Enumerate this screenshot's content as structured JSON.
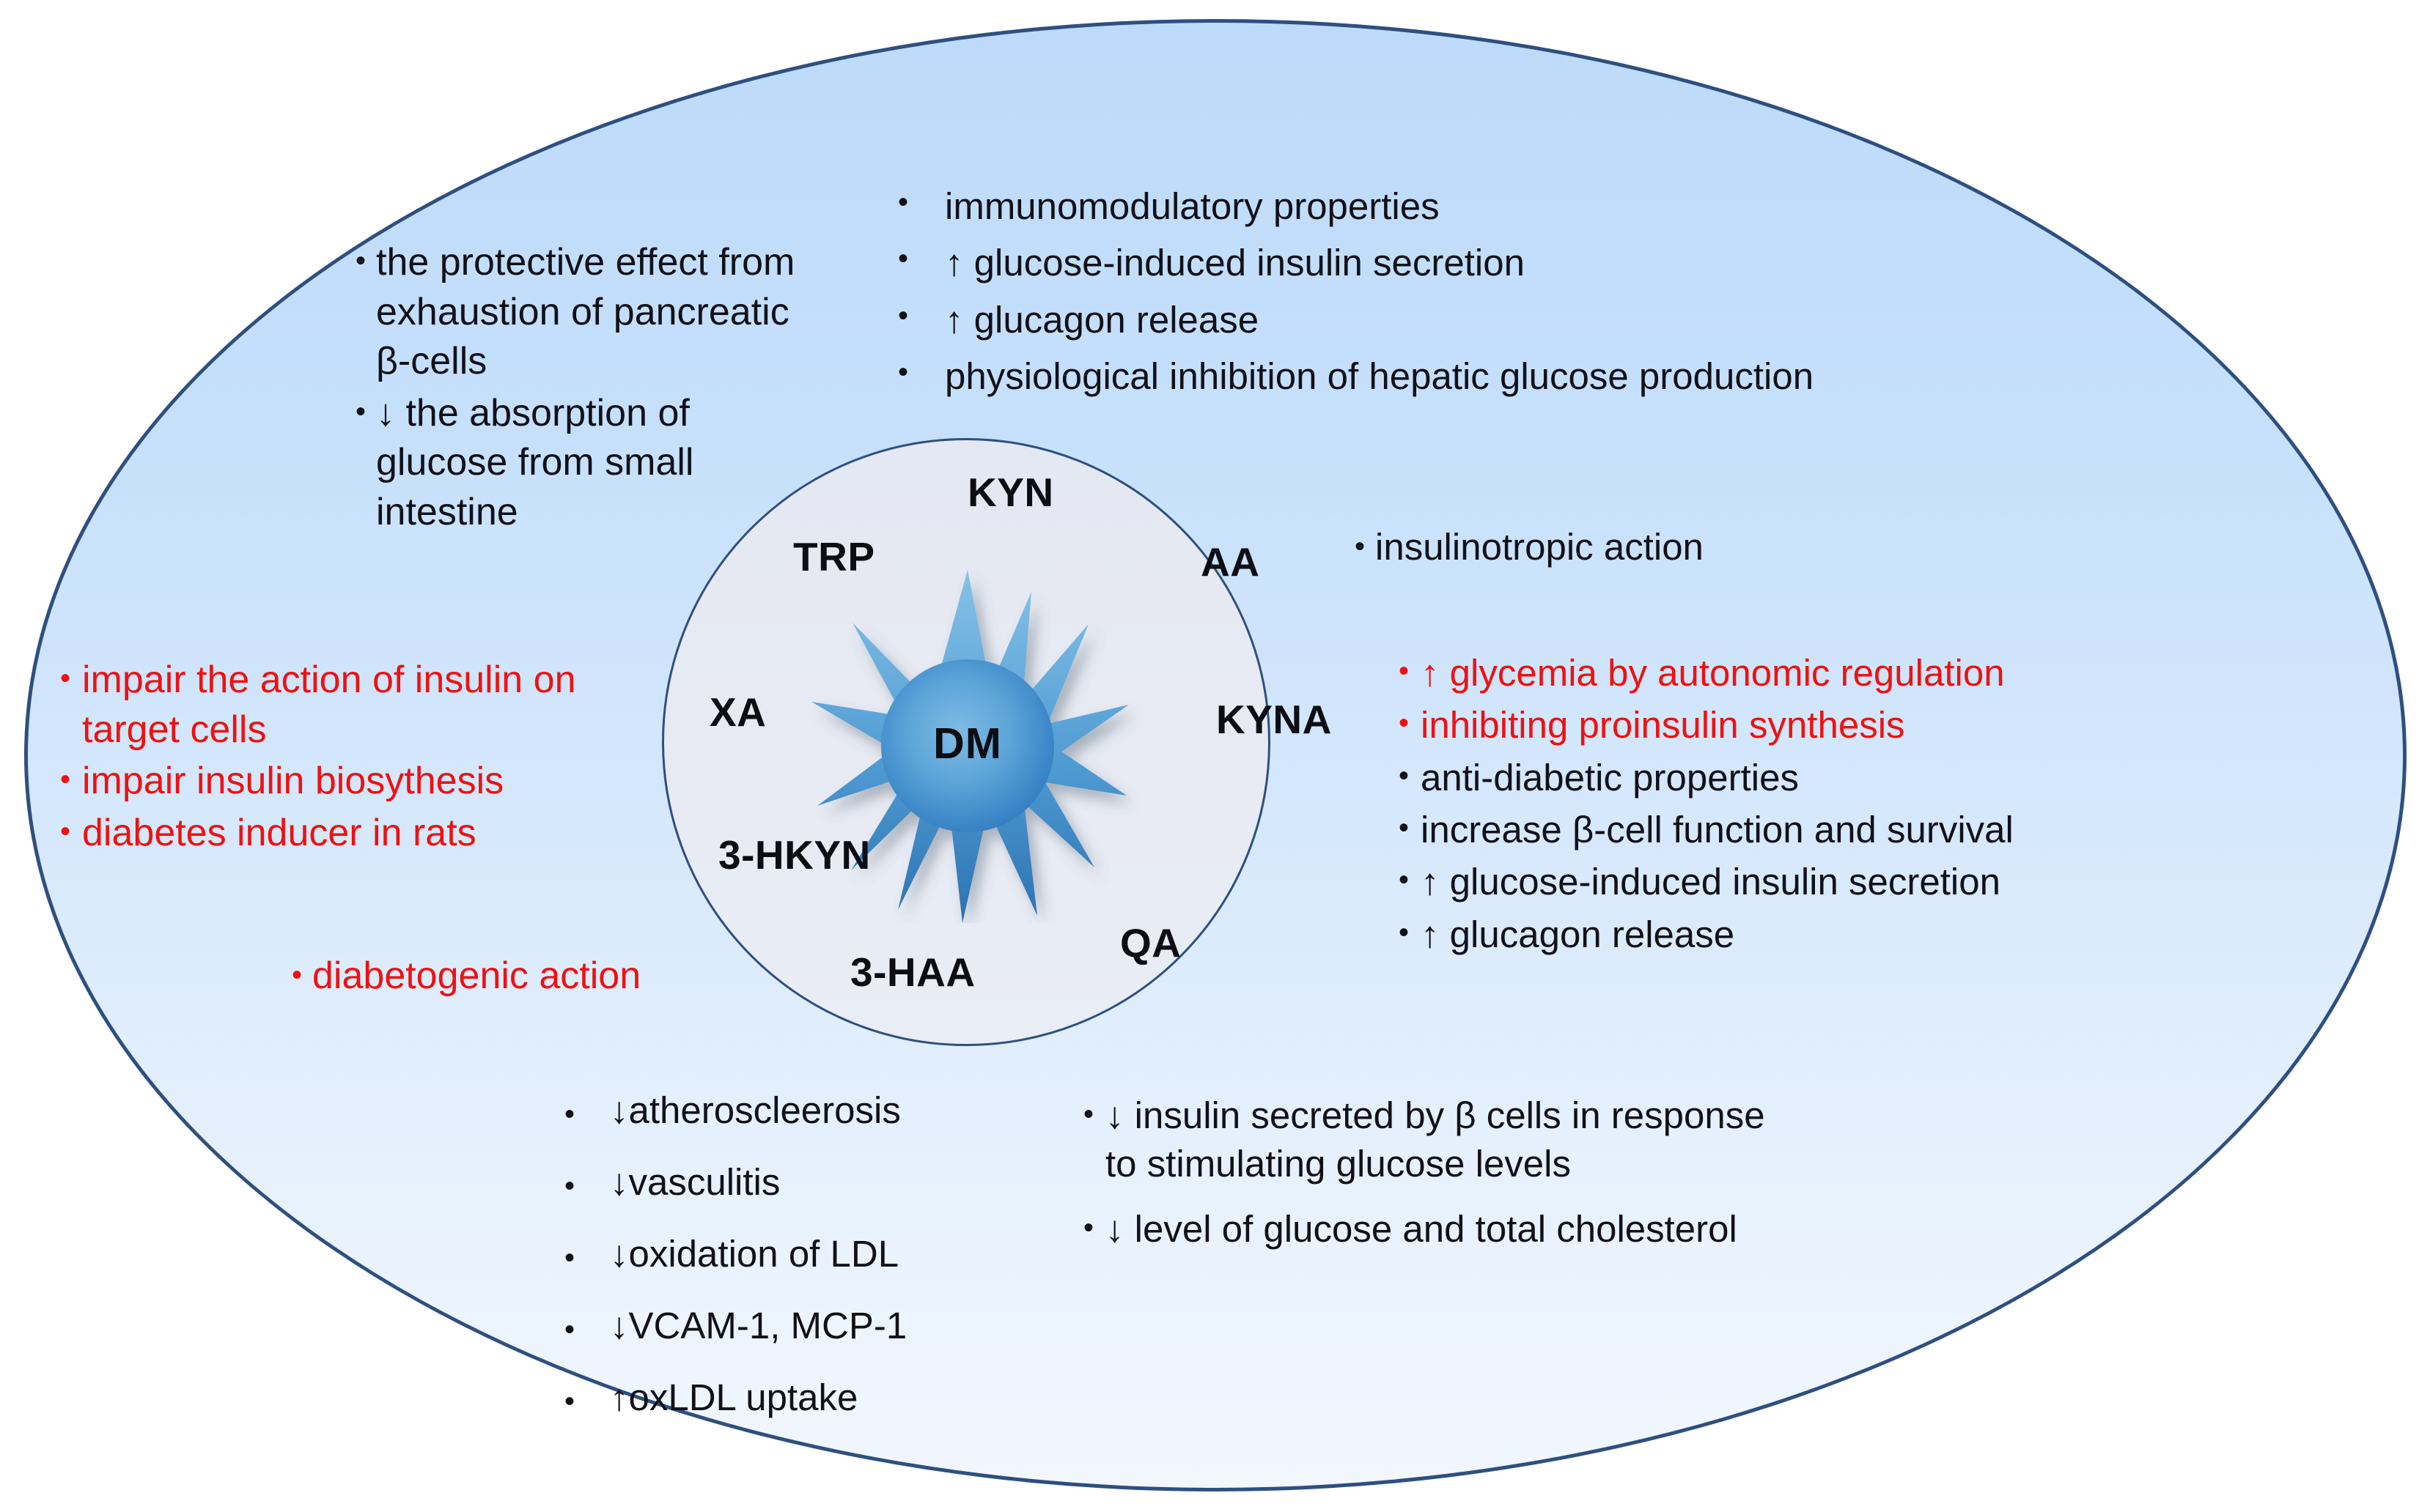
{
  "diagram": {
    "title": "Diabetes mellitus and the kynurenine pathway",
    "colors": {
      "outer_ellipse_fill_top": "#BDDAFA",
      "outer_ellipse_fill_bottom": "#F2F7FE",
      "ellipse_border": "#2E4F80",
      "inner_circle_fill": "#E8EBF3",
      "star_fill_light": "#6FB0DE",
      "star_fill_dark": "#2F7CBE",
      "red_text": "#EE1111",
      "black_text": "#111118"
    }
  },
  "center": {
    "star_label": "DM"
  },
  "metabolites": [
    {
      "id": "kyn",
      "label": "KYN"
    },
    {
      "id": "trp",
      "label": "TRP"
    },
    {
      "id": "aa",
      "label": "AA"
    },
    {
      "id": "xa",
      "label": "XA"
    },
    {
      "id": "kyna",
      "label": "KYNA"
    },
    {
      "id": "3hkyn",
      "label": "3-HKYN"
    },
    {
      "id": "3haa",
      "label": "3-HAA"
    },
    {
      "id": "qa",
      "label": "QA"
    }
  ],
  "blocks": {
    "top_left": {
      "name": "trp-effects",
      "items": [
        {
          "bullet": "•",
          "text": "the protective effect from exhaustion of pancreatic β-cells",
          "color": "black"
        },
        {
          "bullet": "•",
          "text": "↓ the absorption of glucose from small intestine",
          "color": "black"
        }
      ]
    },
    "top_right": {
      "name": "kyn-effects",
      "items": [
        {
          "bullet": "•",
          "text": "immunomodulatory properties",
          "color": "black"
        },
        {
          "bullet": "•",
          "text": "↑ glucose-induced insulin secretion",
          "color": "black"
        },
        {
          "bullet": "•",
          "text": "↑ glucagon release",
          "color": "black"
        },
        {
          "bullet": "•",
          "text": "physiological inhibition of hepatic glucose production",
          "color": "black"
        }
      ]
    },
    "insulinotropic": {
      "name": "aa-effects",
      "items": [
        {
          "bullet": "•",
          "text": "insulinotropic action",
          "color": "black"
        }
      ]
    },
    "left": {
      "name": "xa-effects",
      "items": [
        {
          "bullet": "•",
          "text": "impair the action   of insulin on target cells",
          "color": "red"
        },
        {
          "bullet": "•",
          "text": "impair insulin biosythesis",
          "color": "red"
        },
        {
          "bullet": "•",
          "text": "diabetes inducer in rats",
          "color": "red"
        }
      ]
    },
    "diabetogenic": {
      "name": "3hkyn-effects",
      "items": [
        {
          "bullet": "•",
          "text": "diabetogenic action",
          "color": "red"
        }
      ]
    },
    "right": {
      "name": "kyna-effects",
      "items": [
        {
          "bullet": "•",
          "text": "↑ glycemia by autonomic regulation",
          "color": "red"
        },
        {
          "bullet": "•",
          "text": "inhibiting proinsulin synthesis",
          "color": "red"
        },
        {
          "bullet": "•",
          "text": "anti-diabetic properties",
          "color": "black"
        },
        {
          "bullet": "•",
          "text": "increase β-cell function and survival",
          "color": "black"
        },
        {
          "bullet": "•",
          "text": "↑ glucose-induced insulin secretion",
          "color": "black"
        },
        {
          "bullet": "•",
          "text": "↑ glucagon release",
          "color": "black"
        }
      ]
    },
    "bottom_left": {
      "name": "3haa-effects",
      "items": [
        {
          "bullet": "•",
          "text": "↓atheroscleerosis",
          "color": "black"
        },
        {
          "bullet": "•",
          "text": "↓vasculitis",
          "color": "black"
        },
        {
          "bullet": "•",
          "text": "↓oxidation of LDL",
          "color": "black"
        },
        {
          "bullet": "•",
          "text": "↓VCAM-1, MCP-1",
          "color": "black"
        },
        {
          "bullet": "•",
          "text": "↑oxLDL uptake",
          "color": "black"
        }
      ]
    },
    "bottom_right": {
      "name": "qa-effects",
      "items": [
        {
          "bullet": "•",
          "text": "↓ insulin secreted by β cells in response to stimulating glucose levels",
          "color": "black"
        },
        {
          "bullet": "•",
          "text": "↓ level of glucose and total cholesterol",
          "color": "black"
        }
      ]
    }
  }
}
